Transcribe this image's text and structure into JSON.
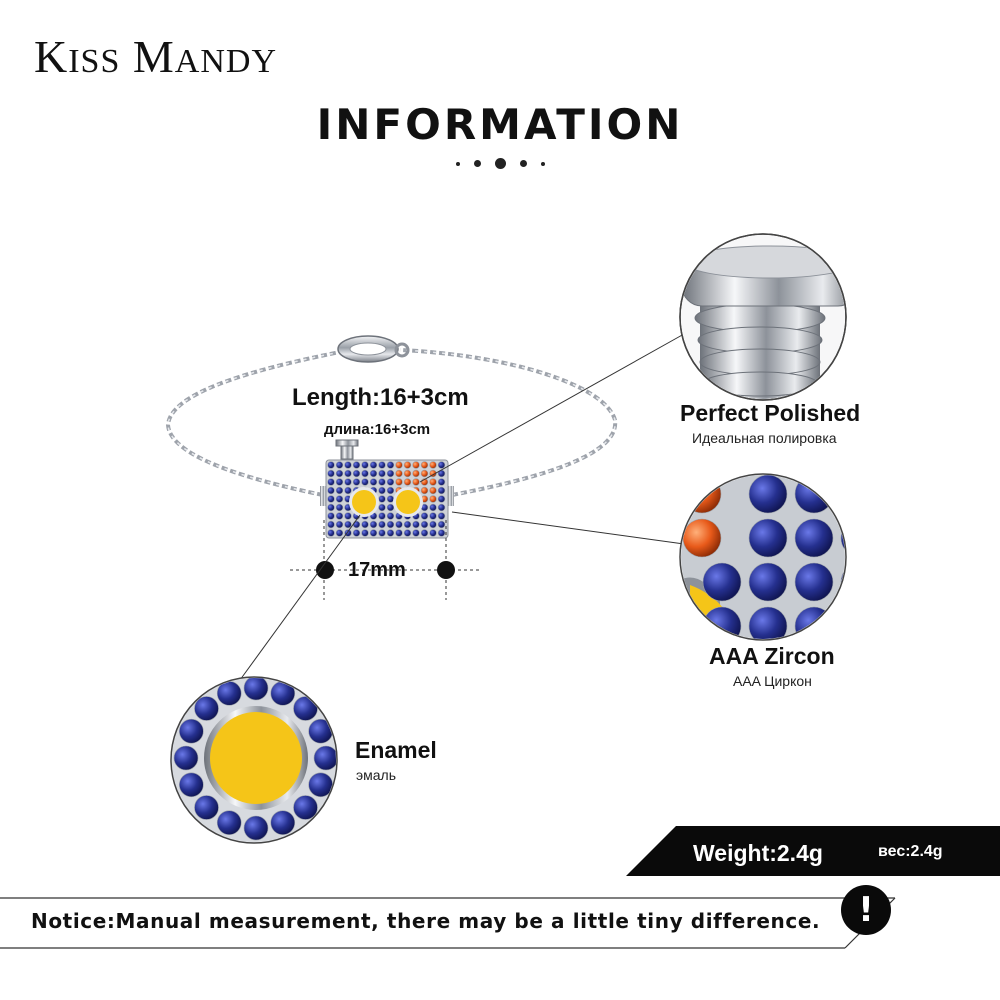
{
  "brand": {
    "name": "KISS MANDY",
    "first": "K",
    "first_rest": "ISS",
    "second": "M",
    "second_rest": "ANDY"
  },
  "header": {
    "title": "INFORMATION"
  },
  "product": {
    "length": "Length:16+3cm",
    "length_ru": "длина:16+3cm",
    "width": "17mm"
  },
  "features": [
    {
      "title": "Perfect  Polished",
      "subtitle": "Идеальная полировка",
      "icon": "polished-clasp-detail"
    },
    {
      "title": "AAA  Zircon",
      "subtitle": "AAA Циркон",
      "icon": "zircon-stones-detail"
    },
    {
      "title": "Enamel",
      "subtitle": "эмаль",
      "icon": "enamel-detail"
    }
  ],
  "weight": {
    "label": "Weight:2.4g",
    "label_ru": "вес:2.4g"
  },
  "notice": {
    "text": "Notice:Manual measurement, there may be a little tiny difference.",
    "icon": "exclamation-icon",
    "mark": "!"
  },
  "colors": {
    "stone_blue": "#1f2a8c",
    "stone_orange": "#e85a1a",
    "enamel_yellow": "#f5c518",
    "silver": "#b8bcc4",
    "text": "#111111"
  }
}
